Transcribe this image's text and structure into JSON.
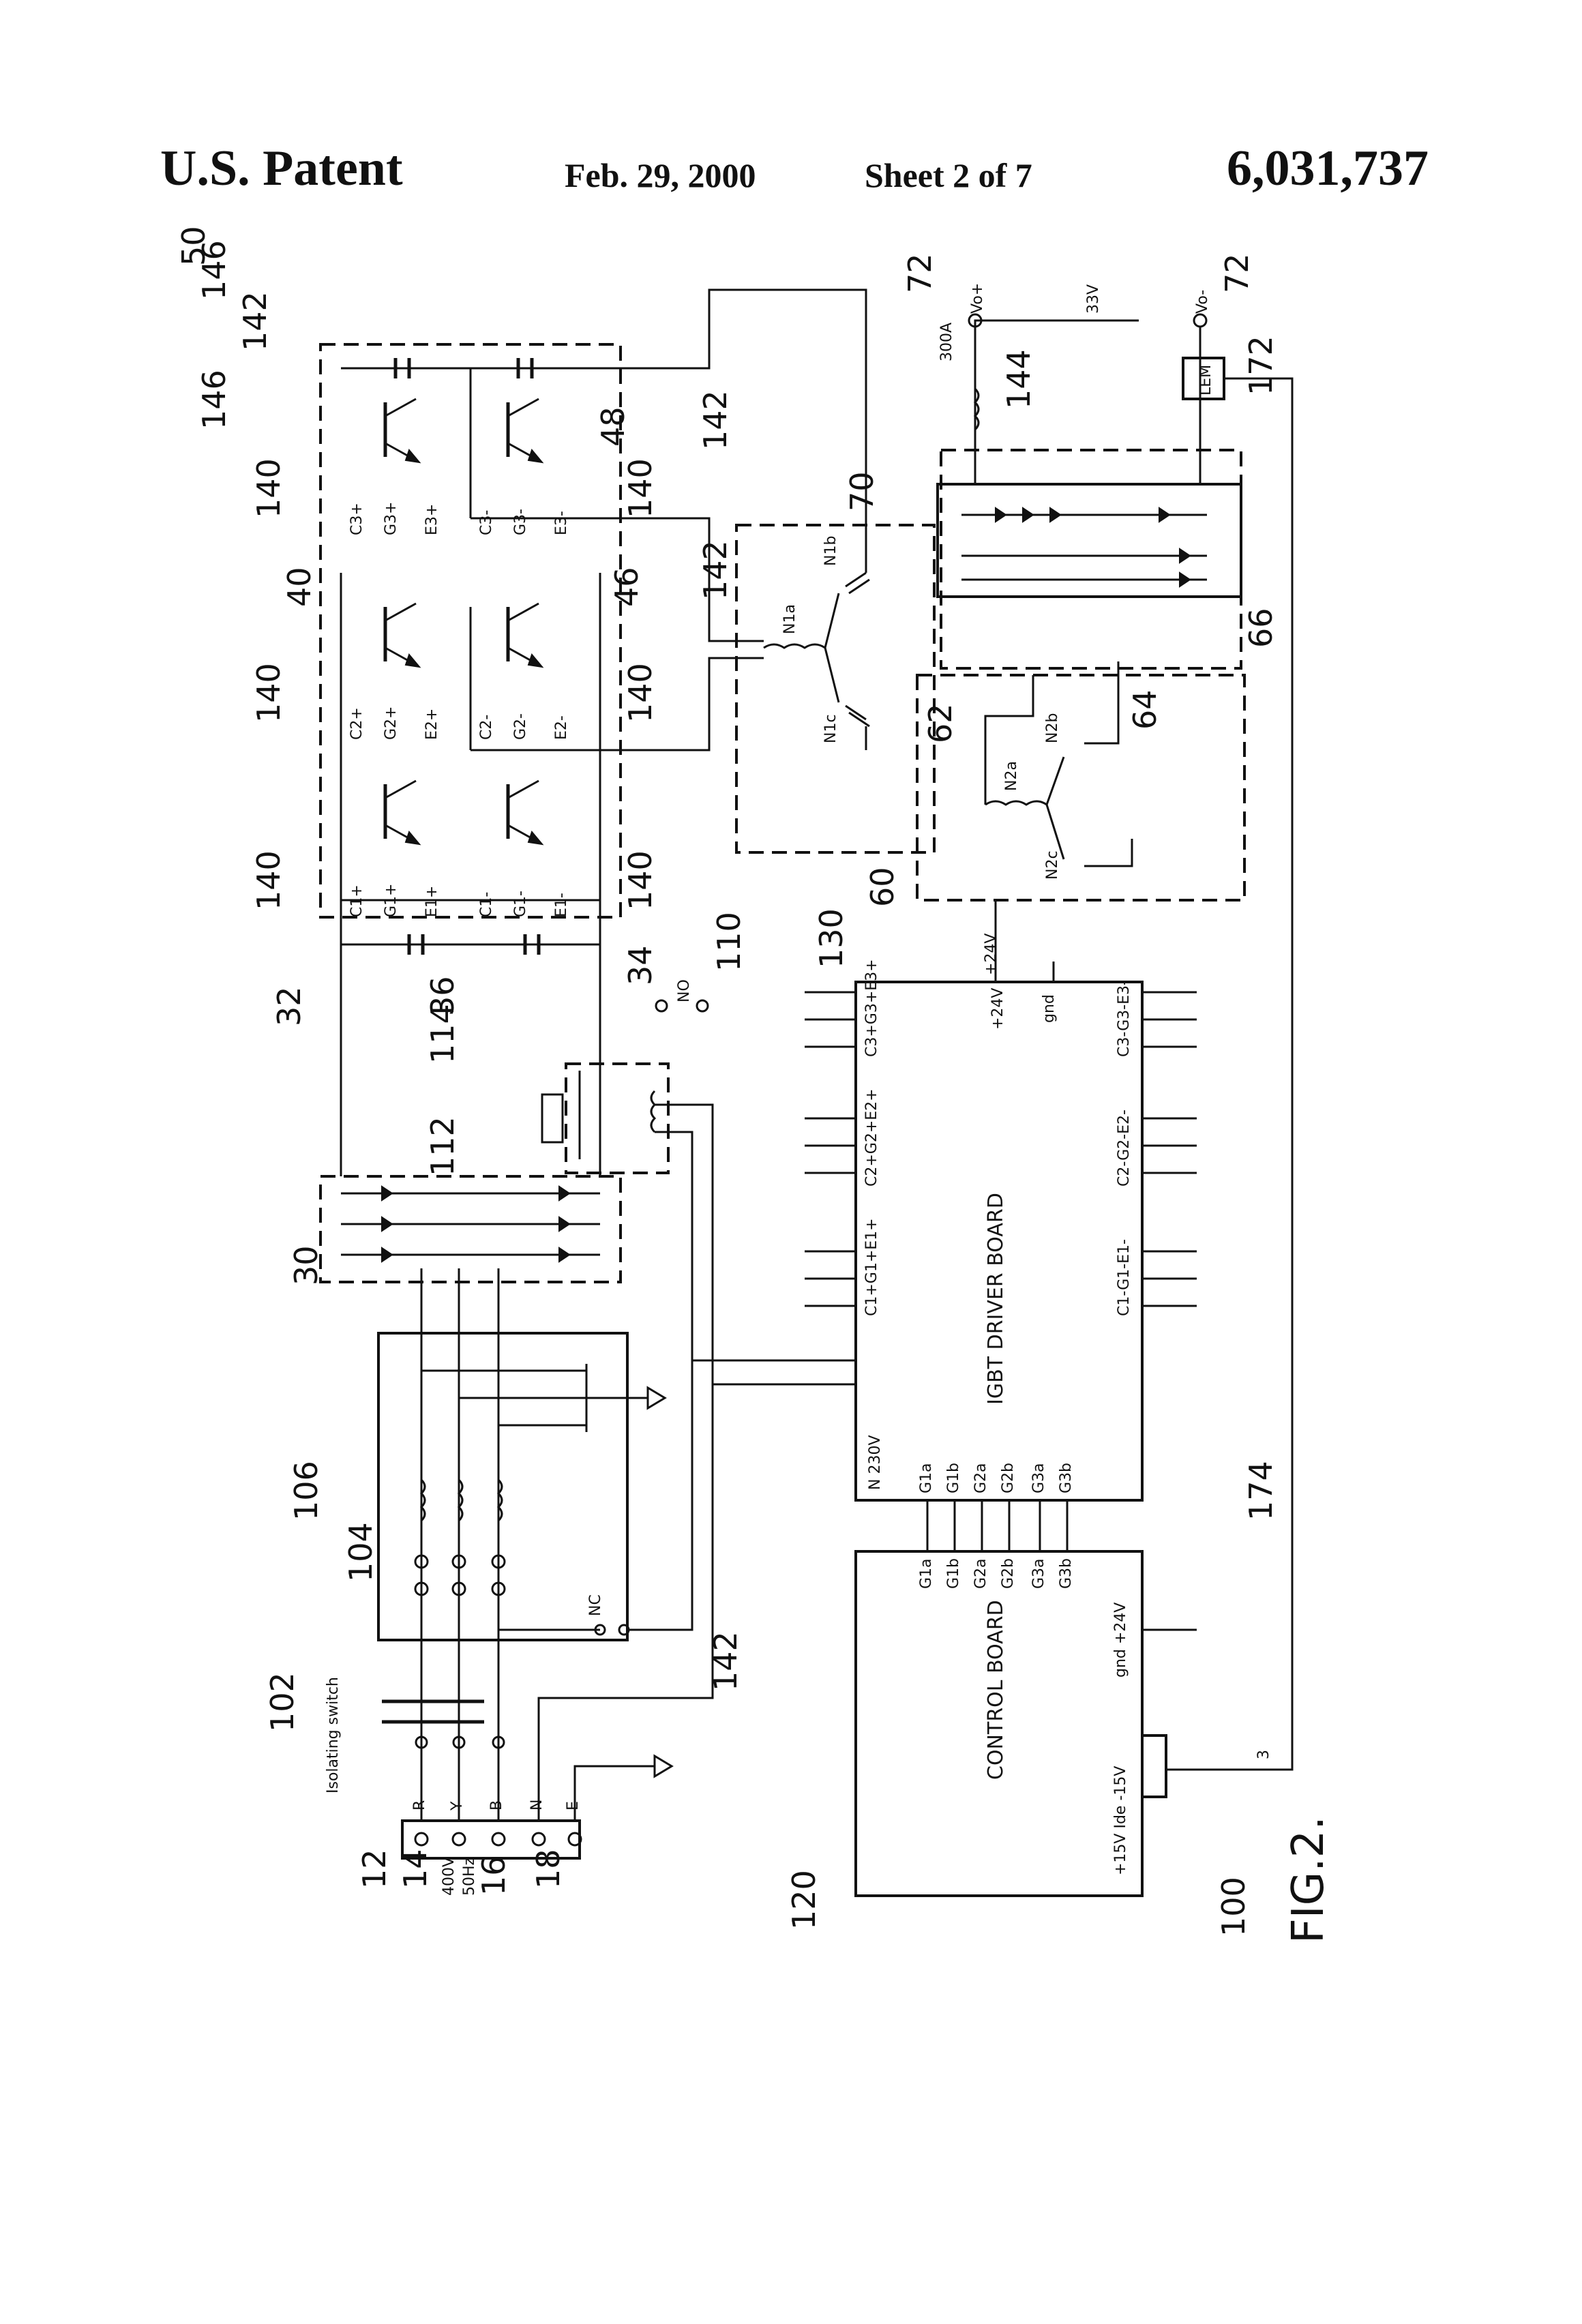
{
  "header": {
    "title": "U.S. Patent",
    "date": "Feb. 29, 2000",
    "sheet": "Sheet 2 of 7",
    "patent_number": "6,031,737"
  },
  "figure": {
    "fig_label": "FIG.2.",
    "fig_number": "100",
    "refs": {
      "r12": "12",
      "r14": "14",
      "r16": "16",
      "r18": "18",
      "r30": "30",
      "r32": "32",
      "r34": "34",
      "r36": "36",
      "r40": "40",
      "r46": "46",
      "r48": "48",
      "r50": "50",
      "r60": "60",
      "r62": "62",
      "r64": "64",
      "r66": "66",
      "r70": "70",
      "r72a": "72",
      "r72b": "72",
      "r102": "102",
      "r104": "104",
      "r106": "106",
      "r110": "110",
      "r112": "112",
      "r114": "114",
      "r120": "120",
      "r130": "130",
      "r140a": "140",
      "r140b": "140",
      "r140c": "140",
      "r140d": "140",
      "r140e": "140",
      "r140f": "140",
      "r142a": "142",
      "r142b": "142",
      "r142c": "142",
      "r142d": "142",
      "r144": "144",
      "r146a": "146",
      "r146b": "146",
      "r172": "172",
      "r174": "174"
    },
    "terminal_labels": [
      "R",
      "Y",
      "B",
      "N",
      "E"
    ],
    "supply_voltage": "400V",
    "supply_freq": "50Hz",
    "isolating_switch": "Isolating switch",
    "contact_nc": "NC",
    "contact_no": "NO",
    "control_board": {
      "title": "CONTROL BOARD",
      "outputs": [
        "G1a",
        "G1b",
        "G2a",
        "G2b",
        "G3a",
        "G3b"
      ],
      "power": "gnd +24V",
      "sense": "+15V Ide -15V",
      "wire_count": "3"
    },
    "igbt_board": {
      "title": "IGBT DRIVER BOARD",
      "inputs": [
        "G1a",
        "G1b",
        "G2a",
        "G2b",
        "G3a",
        "G3b"
      ],
      "mains": "N  230V",
      "top_groups": [
        "C1+G1+E1+",
        "C2+G2+E2+",
        "C3+G3+E3+"
      ],
      "bottom_groups": [
        "C1-G1-E1-",
        "C2-G2-E2-",
        "C3-G3-E3-"
      ],
      "supply": "+24V",
      "gnd": "gnd",
      "aux_out": "+24V"
    },
    "igbt_labels_top": [
      [
        "C1+",
        "G1+",
        "E1+"
      ],
      [
        "C2+",
        "G2+",
        "E2+"
      ],
      [
        "C3+",
        "G3+",
        "E3+"
      ]
    ],
    "igbt_labels_bottom": [
      [
        "C1-",
        "G1-",
        "E1-"
      ],
      [
        "C2-",
        "G2-",
        "E2-"
      ],
      [
        "C3-",
        "G3-",
        "E3-"
      ]
    ],
    "transformer_primary": [
      "N1a",
      "N1b",
      "N1c"
    ],
    "transformer_secondary": [
      "N2a",
      "N2b",
      "N2c"
    ],
    "output": {
      "current": "300A",
      "voltage": "33V",
      "vo_plus": "Vo+",
      "vo_minus": "Vo-",
      "sensor": "LEM"
    }
  }
}
